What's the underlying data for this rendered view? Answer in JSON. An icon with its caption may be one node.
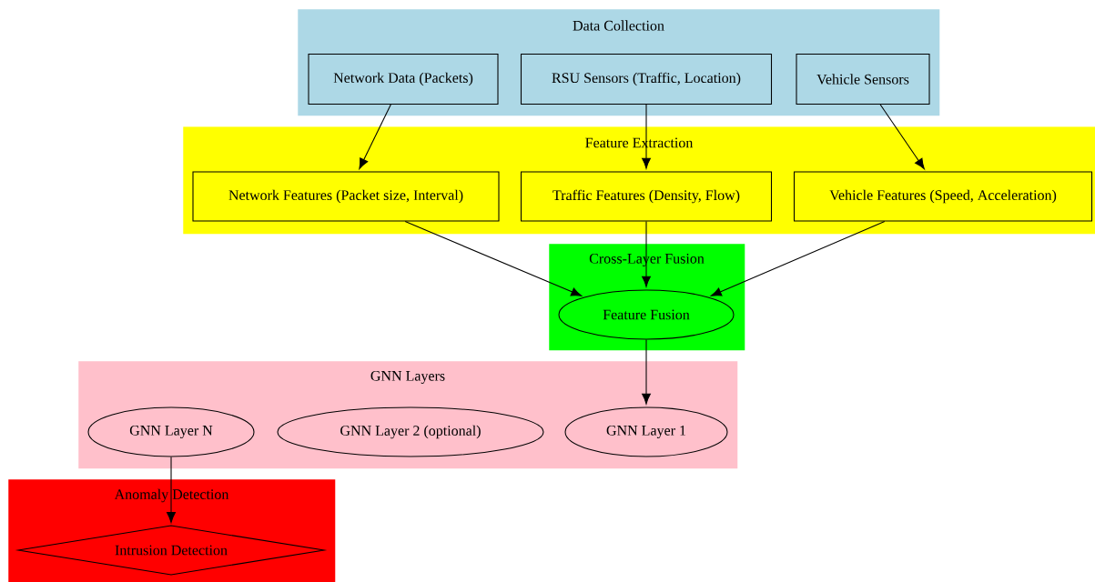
{
  "diagram": {
    "nodes": [
      {
        "text": [
          "Data Collection"
        ]
      },
      {
        "text": [
          "Network Data (Packets)"
        ],
        "in": 0
      },
      {
        "text": [
          "RSU Sensors (Traffic, Location)"
        ],
        "in": 0
      },
      {
        "text": [
          "Vehicle Sensors"
        ],
        "in": 0
      },
      {
        "text": [
          "Feature Extraction"
        ]
      },
      {
        "text": [
          "Network Features (Packet size, Interval)"
        ],
        "in": 4
      },
      {
        "text": [
          "Traffic Features (Density, Flow)"
        ],
        "in": 4
      },
      {
        "text": [
          "Vehicle Features (Speed, Acceleration)"
        ],
        "in": 4
      },
      {
        "text": [
          "Cross-Layer Fusion"
        ]
      },
      {
        "text": [
          "Feature Fusion"
        ],
        "in": 8
      },
      {
        "text": [
          "GNN Layers"
        ]
      },
      {
        "text": [
          "GNN Layer N"
        ],
        "in": 10
      },
      {
        "text": [
          "GNN Layer 2 (optional)"
        ],
        "in": 10
      },
      {
        "text": [
          "GNN Layer 1"
        ],
        "in": 10
      },
      {
        "text": [
          "Anomaly Detection"
        ]
      },
      {
        "text": [
          "Intrusion Detection"
        ],
        "in": 14
      }
    ],
    "edges": [
      {
        "from": 1,
        "to": 5,
        "arrow": "to"
      },
      {
        "from": 2,
        "to": 6,
        "arrow": "to"
      },
      {
        "from": 3,
        "to": 7,
        "arrow": "to"
      },
      {
        "from": 5,
        "to": 9,
        "arrow": "to"
      },
      {
        "from": 6,
        "to": 9,
        "arrow": "to"
      },
      {
        "from": 7,
        "to": 9,
        "arrow": "to"
      },
      {
        "from": 9,
        "to": 13,
        "arrow": "to"
      },
      {
        "from": 11,
        "to": 15,
        "arrow": "to"
      }
    ]
  }
}
